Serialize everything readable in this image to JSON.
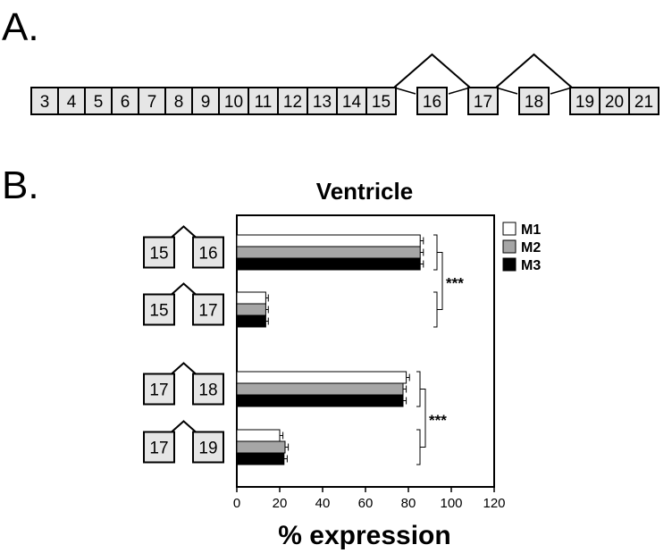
{
  "panel_a": {
    "label": "A.",
    "exons": [
      "3",
      "4",
      "5",
      "6",
      "7",
      "8",
      "9",
      "10",
      "11",
      "12",
      "13",
      "14",
      "15",
      "16",
      "17",
      "18",
      "19",
      "20",
      "21"
    ],
    "skipped": [
      {
        "from": "15",
        "over": "16",
        "to": "17"
      },
      {
        "from": "17",
        "over": "18",
        "to": "19"
      }
    ]
  },
  "panel_b": {
    "label": "B.",
    "junctions": [
      {
        "left": "15",
        "right": "16"
      },
      {
        "left": "15",
        "right": "17"
      },
      {
        "left": "17",
        "right": "18"
      },
      {
        "left": "17",
        "right": "19"
      }
    ],
    "significance": [
      "***",
      "***"
    ]
  },
  "colors": {
    "M1": "#ffffff",
    "M2": "#a6a6a6",
    "M3": "#000000",
    "exon_fill": "#e6e6e6",
    "stroke": "#000000"
  },
  "chart_data": {
    "type": "bar",
    "orientation": "horizontal",
    "title": "Ventricle",
    "xlabel": "% expression",
    "xlim": [
      0,
      120
    ],
    "xticks": [
      0,
      20,
      40,
      60,
      80,
      100,
      120
    ],
    "legend": "top-right",
    "categories": [
      "15-16",
      "15-17",
      "17-18",
      "17-19"
    ],
    "series": [
      {
        "name": "M1",
        "values": [
          85.5,
          13.5,
          79,
          20
        ],
        "errors": [
          1.5,
          1.2,
          1.5,
          1.5
        ]
      },
      {
        "name": "M2",
        "values": [
          85.5,
          13.5,
          77.5,
          22.5
        ],
        "errors": [
          1.5,
          1.2,
          1.5,
          1.5
        ]
      },
      {
        "name": "M3",
        "values": [
          85.5,
          13.5,
          77.5,
          22
        ],
        "errors": [
          1.5,
          1.2,
          1.5,
          1.5
        ]
      }
    ]
  }
}
